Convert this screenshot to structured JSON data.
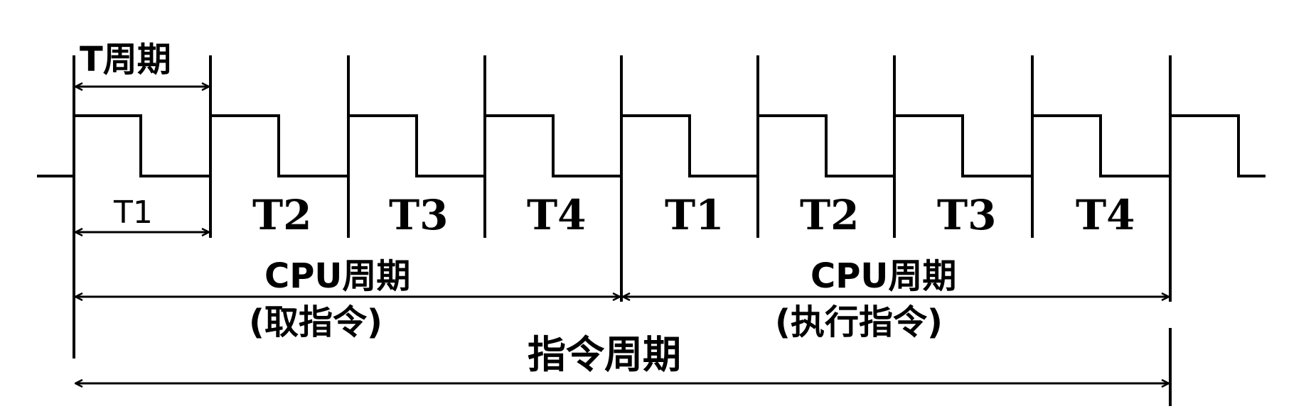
{
  "labels": {
    "t_period": "T周期",
    "t1_small": "T1",
    "slots": [
      "T2",
      "T3",
      "T4",
      "T1",
      "T2",
      "T3",
      "T4"
    ],
    "cpu_cycle_1": "CPU周期",
    "cpu_cycle_1_sub": "(取指令)",
    "cpu_cycle_2": "CPU周期",
    "cpu_cycle_2_sub": "(执行指令)",
    "instruction_cycle": "指令周期"
  }
}
